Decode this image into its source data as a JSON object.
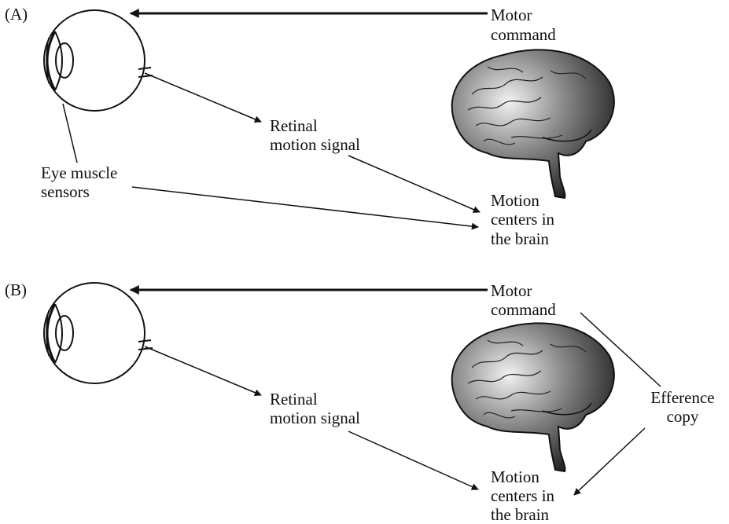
{
  "panels": [
    {
      "tag": "(A)",
      "motor_line1": "Motor",
      "motor_line2": "command",
      "retinal_line1": "Retinal",
      "retinal_line2": "motion signal",
      "muscle_line1": "Eye muscle",
      "muscle_line2": "sensors",
      "centers_line1": "Motion",
      "centers_line2": "centers in",
      "centers_line3": "the brain"
    },
    {
      "tag": "(B)",
      "motor_line1": "Motor",
      "motor_line2": "command",
      "retinal_line1": "Retinal",
      "retinal_line2": "motion signal",
      "efference_line1": "Efference",
      "efference_line2": "copy",
      "centers_line1": "Motion",
      "centers_line2": "centers in",
      "centers_line3": "the brain"
    }
  ]
}
